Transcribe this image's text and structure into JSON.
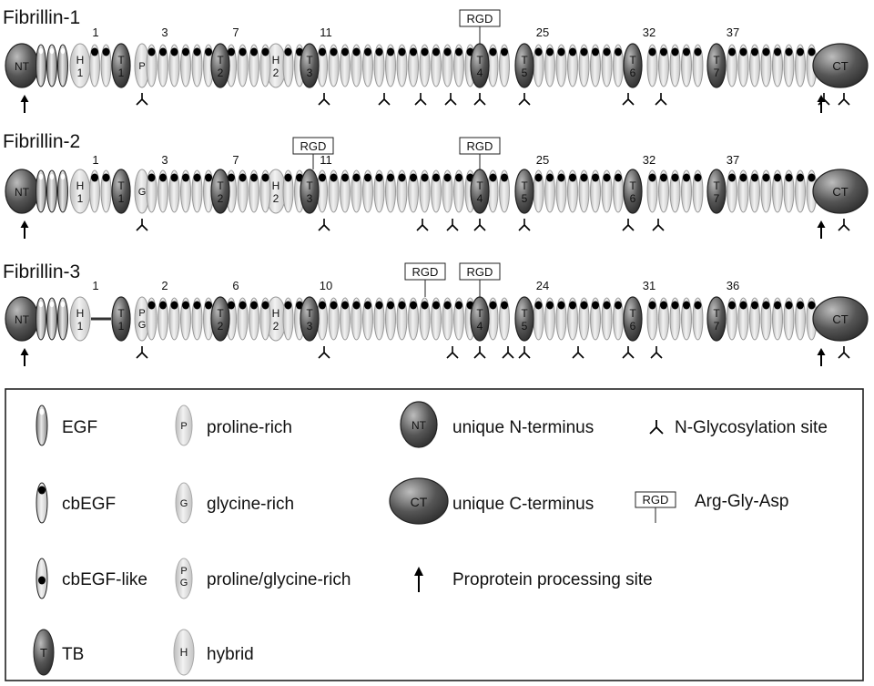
{
  "rows": [
    {
      "title": "Fibrillin-1",
      "nt_label": "NT",
      "ct_label": "CT",
      "hybrid_labels": [
        "H\n1",
        "H\n2"
      ],
      "special_label": "P",
      "tb_labels": [
        "T\n1",
        "T\n2",
        "T\n3",
        "T\n4",
        "T\n5",
        "T\n6",
        "T\n7"
      ],
      "numbers": [
        "1",
        "3",
        "7",
        "11",
        "25",
        "32",
        "37"
      ],
      "rgd": [
        "RGD"
      ]
    },
    {
      "title": "Fibrillin-2",
      "nt_label": "NT",
      "ct_label": "CT",
      "hybrid_labels": [
        "H\n1",
        "H\n2"
      ],
      "special_label": "G",
      "tb_labels": [
        "T\n1",
        "T\n2",
        "T\n3",
        "T\n4",
        "T\n5",
        "T\n6",
        "T\n7"
      ],
      "numbers": [
        "1",
        "3",
        "7",
        "11",
        "25",
        "32",
        "37"
      ],
      "rgd": [
        "RGD",
        "RGD"
      ]
    },
    {
      "title": "Fibrillin-3",
      "nt_label": "NT",
      "ct_label": "CT",
      "hybrid_labels": [
        "H\n1",
        "H\n2"
      ],
      "special_label": "P\nG",
      "tb_labels": [
        "T\n1",
        "T\n2",
        "T\n3",
        "T\n4",
        "T\n5",
        "T\n6",
        "T\n7"
      ],
      "numbers": [
        "1",
        "2",
        "6",
        "10",
        "24",
        "31",
        "36"
      ],
      "rgd": [
        "RGD",
        "RGD"
      ]
    }
  ],
  "legend": {
    "egf": "EGF",
    "cbegf": "cbEGF",
    "cbegf_like": "cbEGF-like",
    "tb": "TB",
    "tb_icon": "T",
    "proline": "proline-rich",
    "proline_icon": "P",
    "glycine": "glycine-rich",
    "glycine_icon": "G",
    "progly": "proline/glycine-rich",
    "progly_icon": "P\nG",
    "hybrid": "hybrid",
    "hybrid_icon": "H",
    "nt": "unique N-terminus",
    "nt_icon": "NT",
    "ct": "unique C-terminus",
    "ct_icon": "CT",
    "glyco": "N-Glycosylation site",
    "rgd": "Arg-Gly-Asp",
    "rgd_icon": "RGD",
    "proprotein": "Proprotein processing site"
  },
  "colors": {
    "dark": "#4a4a4a",
    "light": "#dedede",
    "outline": "#222222"
  }
}
